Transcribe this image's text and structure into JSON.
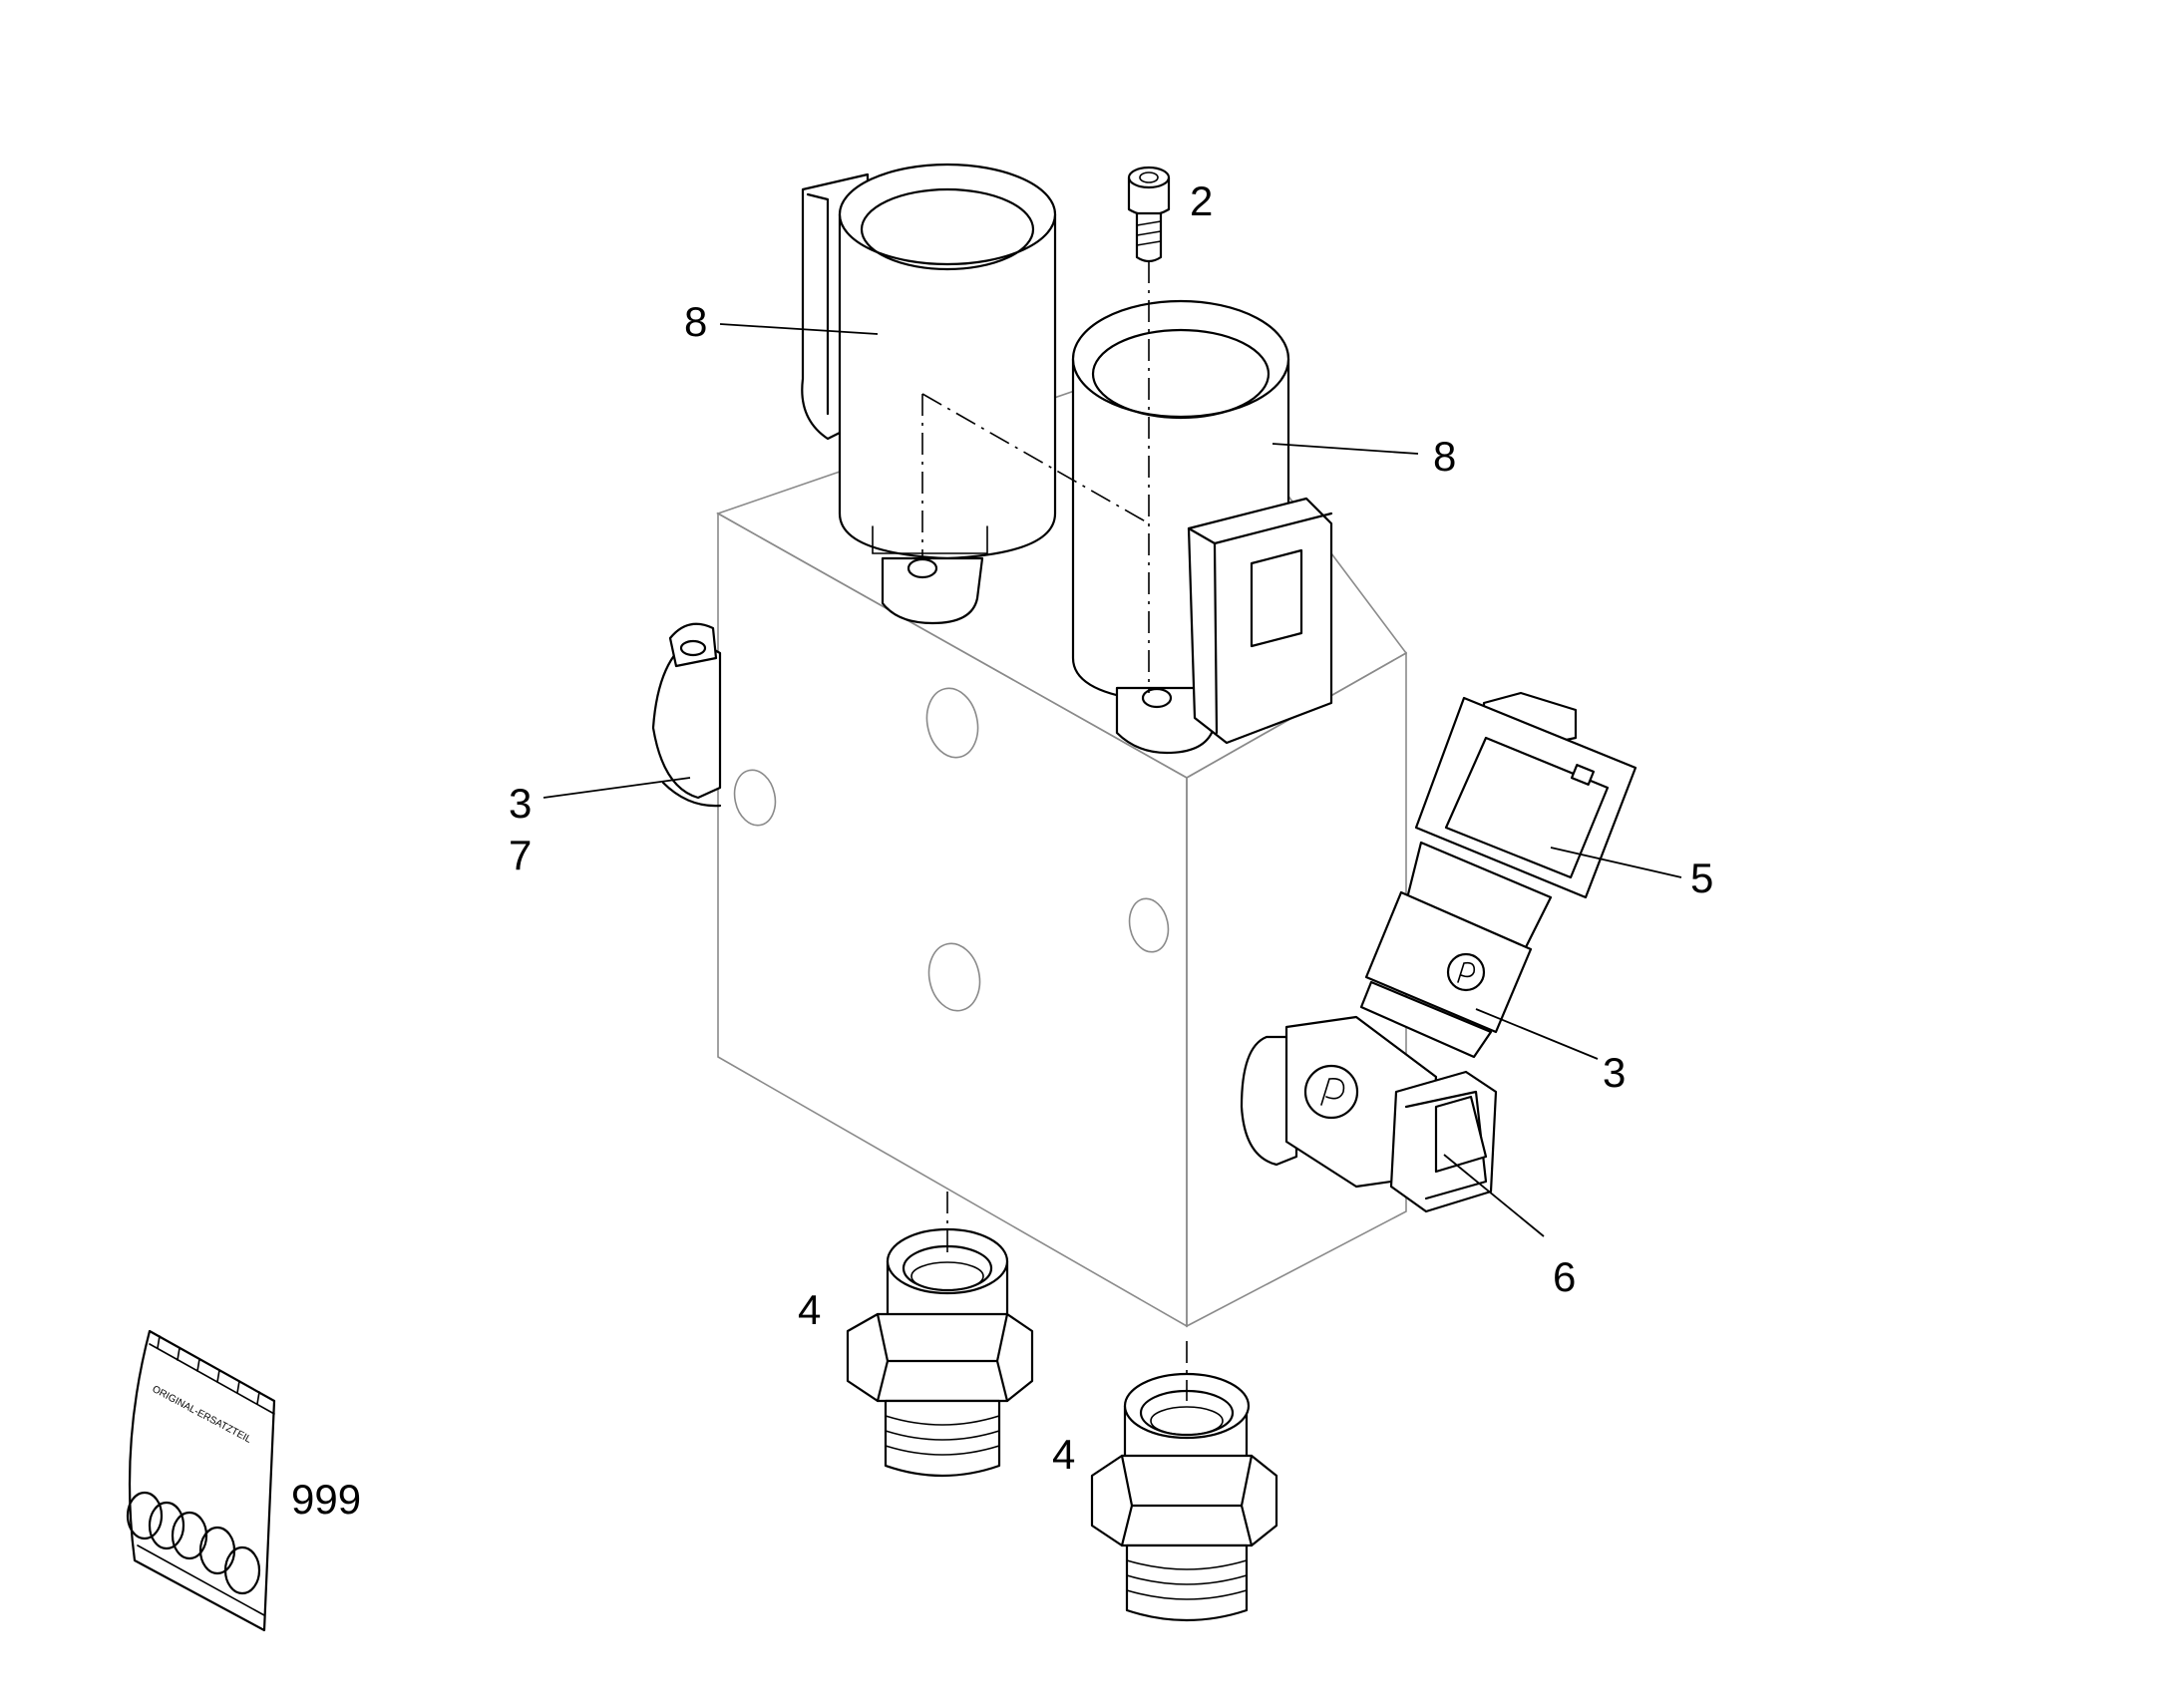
{
  "callouts": {
    "c2": "2",
    "c8_left": "8",
    "c8_right": "8",
    "c3_left": "3",
    "c7": "7",
    "c5": "5",
    "c3_right": "3",
    "c6": "6",
    "c4_left": "4",
    "c4_right": "4",
    "c999": "999"
  },
  "bag_label": "ORIGINAL-ERSATZTEIL"
}
